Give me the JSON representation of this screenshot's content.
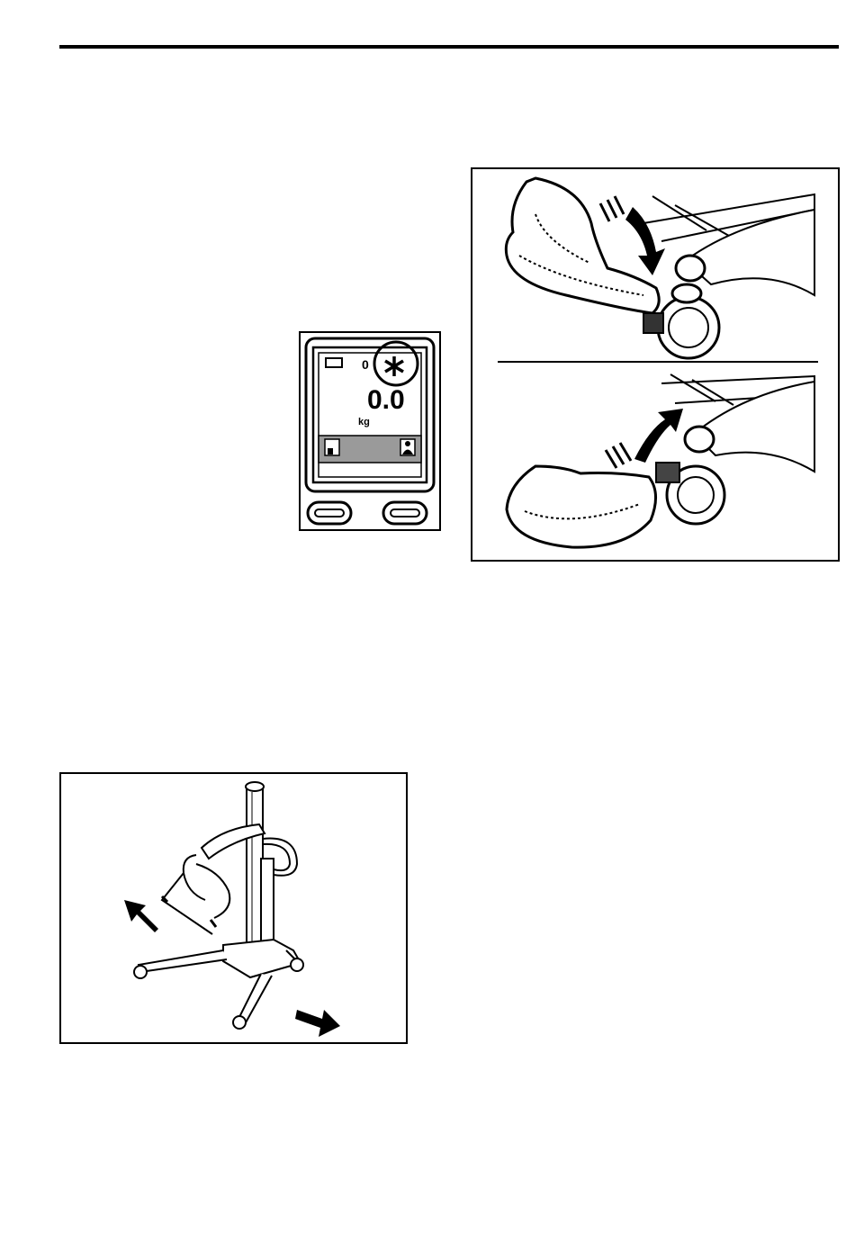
{
  "scale_display": {
    "counter_value": "0",
    "weight_value": "0.0",
    "unit": "kg",
    "icons": [
      "battery-icon",
      "asterisk-icon",
      "scale-print-icon",
      "person-weigh-icon",
      "left-button",
      "right-button"
    ]
  },
  "brake_figure": {
    "icons": [
      "foot-press-down",
      "brake-pedal-lock",
      "foot-lift-up",
      "brake-pedal-release"
    ]
  },
  "lift_figure": {
    "icons": [
      "patient-lift",
      "arrow-up-left",
      "arrow-down-right"
    ]
  }
}
